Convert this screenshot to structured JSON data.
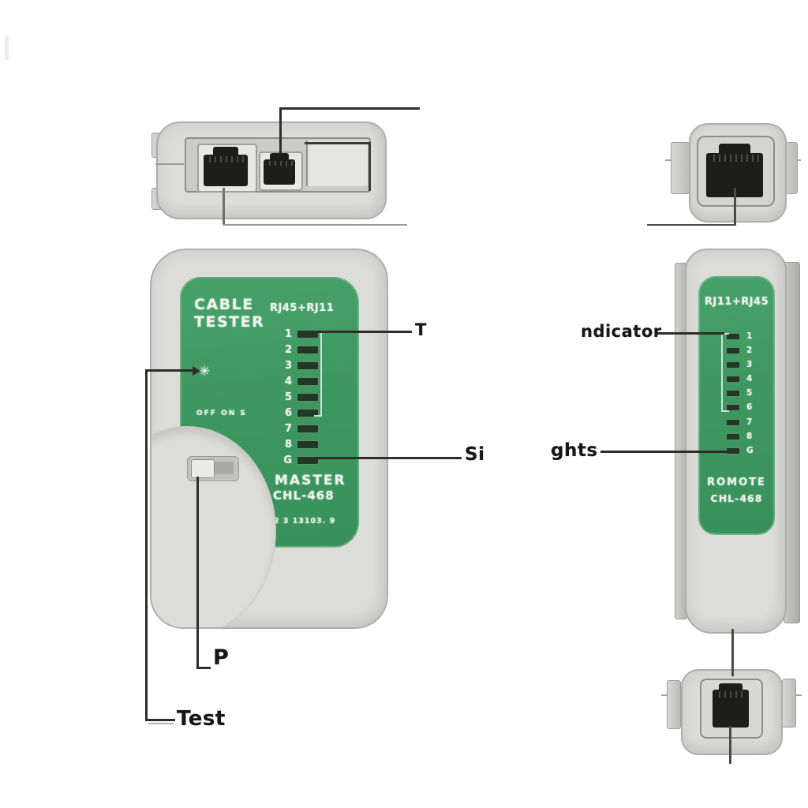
{
  "colors": {
    "panel_green": "#3f9760",
    "device_gray": "#dcdcd8",
    "led_slot_dark": "#223826",
    "annotation_line": "#2d2d2b"
  },
  "master": {
    "title_line1": "CABLE",
    "title_line2": "TESTER",
    "ports_label": "RJ45+RJ11",
    "power_icon": "✳",
    "switch_positions": "OFF ON S",
    "leds": [
      "1",
      "2",
      "3",
      "4",
      "5",
      "6",
      "7",
      "8",
      "G"
    ],
    "role_label": "MASTER",
    "model_label": "CHL-468",
    "serial_label": "ZL 02 3 13103. 9"
  },
  "remote": {
    "ports_label": "RJ11+RJ45",
    "leds": [
      "1",
      "2",
      "3",
      "4",
      "5",
      "6",
      "7",
      "8",
      "G"
    ],
    "role_label": "ROMOTE",
    "model_label": "CHL-468"
  },
  "annotations": {
    "led1_label": "T",
    "ground_label": "Si",
    "indicator_label": "ndicator",
    "lights_label": "ghts",
    "switch_label": "P",
    "tester_label": "Test"
  }
}
